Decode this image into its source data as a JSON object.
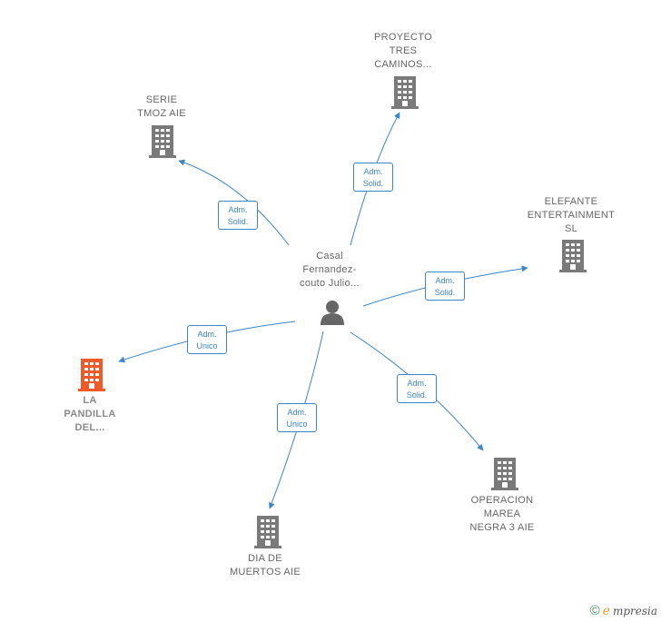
{
  "center": {
    "label": "Casal\nFernandez-\ncouto Julio..."
  },
  "companies": {
    "proyecto": {
      "label": "PROYECTO\nTRES\nCAMINOS..."
    },
    "serie": {
      "label": "SERIE\nTMOZ AIE"
    },
    "elefante": {
      "label": "ELEFANTE\nENTERTAINMENT\nSL"
    },
    "pandilla": {
      "label": "LA\nPANDILLA\nDEL..."
    },
    "dia": {
      "label": "DIA DE\nMUERTOS  AIE"
    },
    "operacion": {
      "label": "OPERACION\nMAREA\nNEGRA 3  AIE"
    }
  },
  "relations": {
    "proyecto": "Adm.\nSolid.",
    "serie": "Adm.\nSolid.",
    "elefante": "Adm.\nSolid.",
    "pandilla": "Adm.\nUnico",
    "dia": "Adm.\nUnico",
    "operacion": "Adm.\nSolid."
  },
  "colors": {
    "edge": "#3d85c6",
    "building": "#7a7a7a",
    "highlight": "#f05a28",
    "person": "#666666"
  },
  "footer": {
    "copyright": "©",
    "brand_initial": "e",
    "brand_rest": "mpresia"
  }
}
